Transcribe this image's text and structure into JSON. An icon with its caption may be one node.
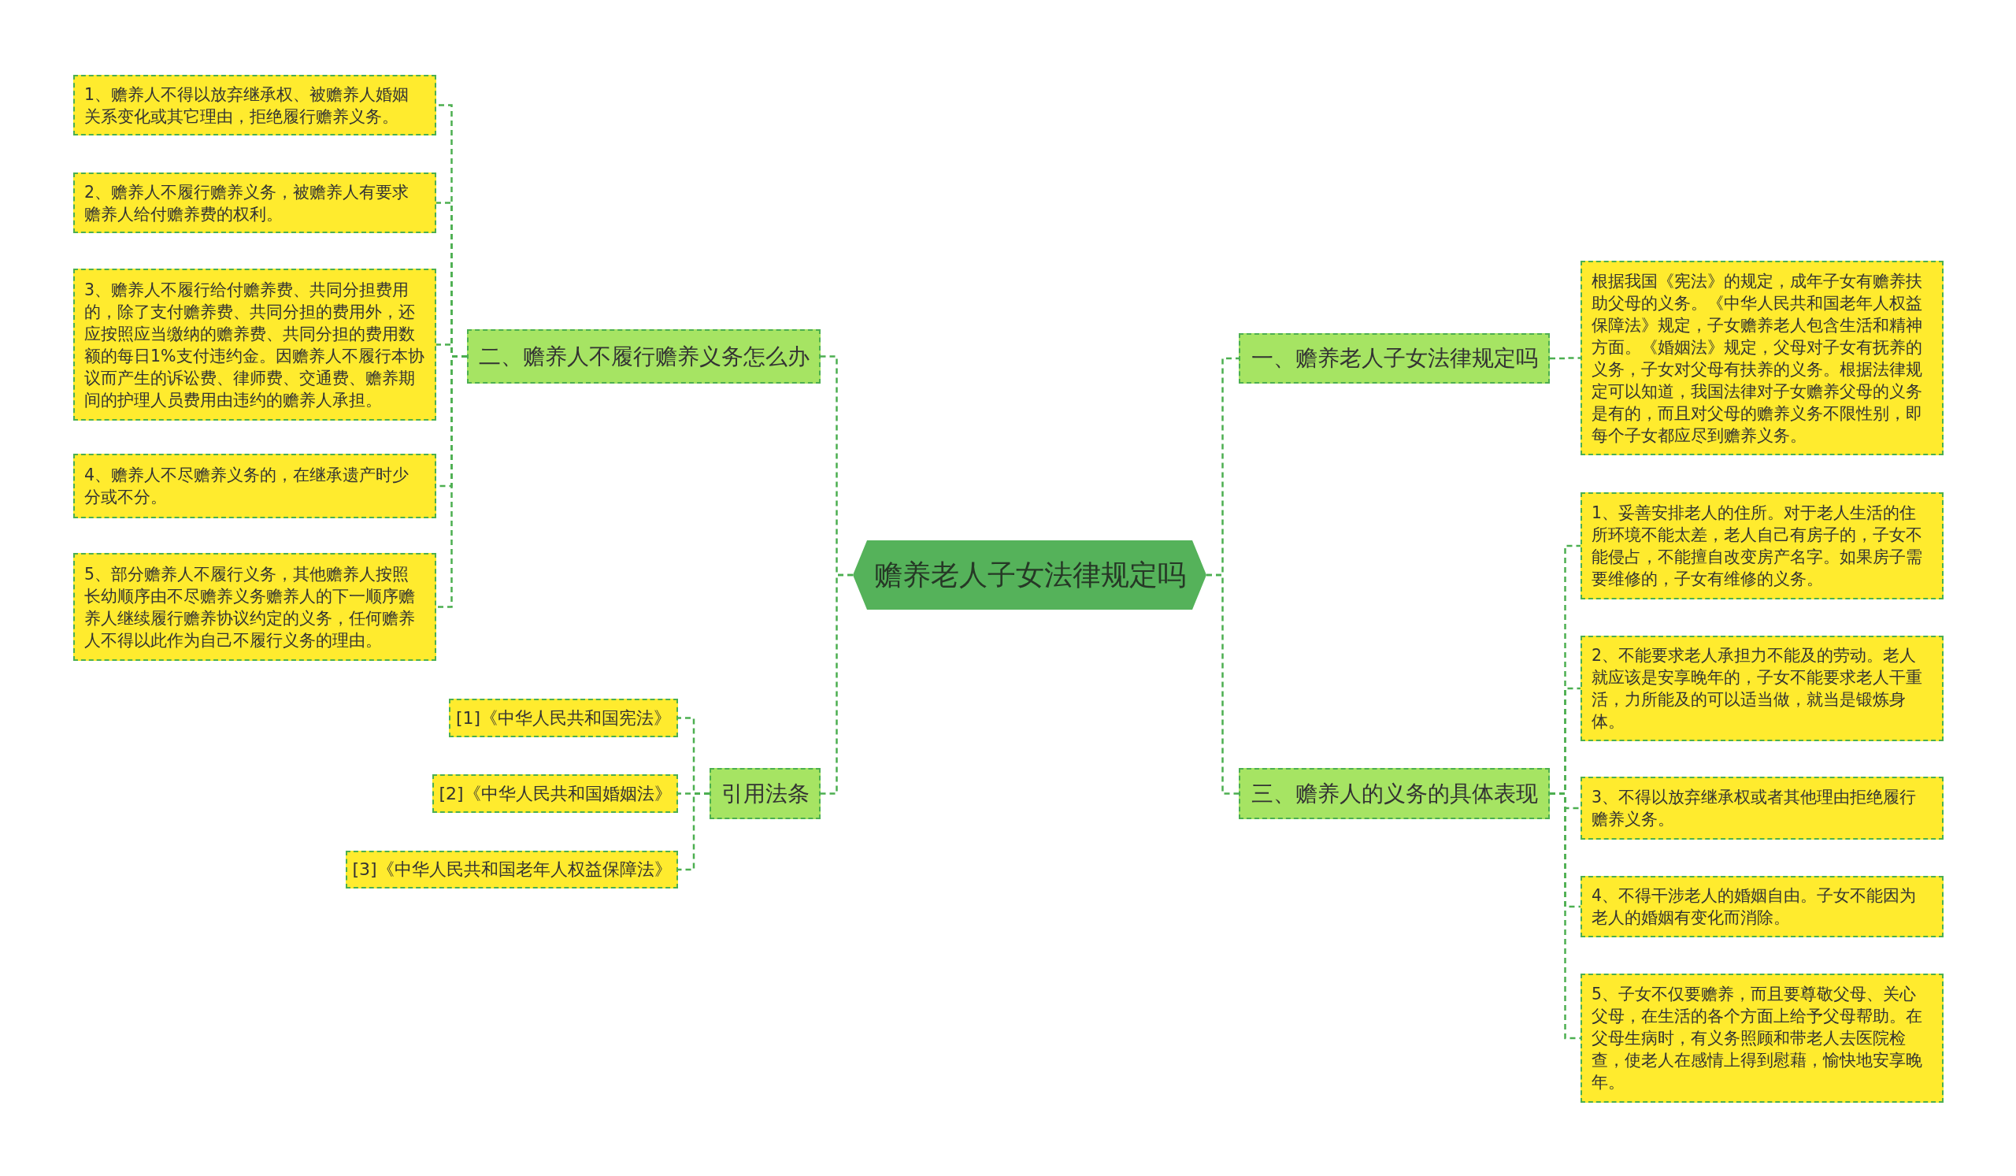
{
  "diagram": {
    "nodes": [
      {
        "text": [
          "赡养老人子女法律规定吗"
        ]
      },
      {
        "text": [
          "二、赡养人不履行赡养义务怎么办"
        ]
      },
      {
        "text": [
          "1、赡养人不得以放弃继承权、被赡养人婚姻关系变化或其它理由，拒绝履行赡养义务。"
        ]
      },
      {
        "text": [
          "2、赡养人不履行赡养义务，被赡养人有要求赡养人给付赡养费的权利。"
        ]
      },
      {
        "text": [
          "3、赡养人不履行给付赡养费、共同分担费用的，除了支付赡养费、共同分担的费用外，还应按照应当缴纳的赡养费、共同分担的费用数额的每日1%支付违约金。因赡养人不履行本协议而产生的诉讼费、律师费、交通费、赡养期间的护理人员费用由违约的赡养人承担。"
        ]
      },
      {
        "text": [
          "4、赡养人不尽赡养义务的，在继承遗产时少分或不分。"
        ]
      },
      {
        "text": [
          "5、部分赡养人不履行义务，其他赡养人按照长幼顺序由不尽赡养义务赡养人的下一顺序赡养人继续履行赡养协议约定的义务，任何赡养人不得以此作为自己不履行义务的理由。"
        ]
      },
      {
        "text": [
          "引用法条"
        ]
      },
      {
        "text": [
          "[1]《中华人民共和国宪法》"
        ]
      },
      {
        "text": [
          "[2]《中华人民共和国婚姻法》"
        ]
      },
      {
        "text": [
          "[3]《中华人民共和国老年人权益保障法》"
        ]
      },
      {
        "text": [
          "一、赡养老人子女法律规定吗"
        ]
      },
      {
        "text": [
          "根据我国《宪法》的规定，成年子女有赡养扶助父母的义务。《中华人民共和国老年人权益保障法》规定，子女赡养老人包含生活和精神方面。《婚姻法》规定，父母对子女有抚养的义务，子女对父母有扶养的义务。根据法律规定可以知道，我国法律对子女赡养父母的义务是有的，而且对父母的赡养义务不限性别，即每个子女都应尽到赡养义务。"
        ]
      },
      {
        "text": [
          "三、赡养人的义务的具体表现"
        ]
      },
      {
        "text": [
          "1、妥善安排老人的住所。对于老人生活的住所环境不能太差，老人自己有房子的，子女不能侵占，不能擅自改变房产名字。如果房子需要维修的，子女有维修的义务。"
        ]
      },
      {
        "text": [
          "2、不能要求老人承担力不能及的劳动。老人就应该是安享晚年的，子女不能要求老人干重活，力所能及的可以适当做，就当是锻炼身体。"
        ]
      },
      {
        "text": [
          "3、不得以放弃继承权或者其他理由拒绝履行赡养义务。"
        ]
      },
      {
        "text": [
          "4、不得干涉老人的婚姻自由。子女不能因为老人的婚姻有变化而消除。"
        ]
      },
      {
        "text": [
          "5、子女不仅要赡养，而且要尊敬父母、关心父母，在生活的各个方面上给予父母帮助。在父母生病时，有义务照顾和带老人去医院检查，使老人在感情上得到慰藉，愉快地安享晚年。"
        ]
      }
    ],
    "edges": [
      {
        "from": 0,
        "to": 1,
        "arrow": "none"
      },
      {
        "from": 1,
        "to": 2,
        "arrow": "none"
      },
      {
        "from": 1,
        "to": 3,
        "arrow": "none"
      },
      {
        "from": 1,
        "to": 4,
        "arrow": "none"
      },
      {
        "from": 1,
        "to": 5,
        "arrow": "none"
      },
      {
        "from": 1,
        "to": 6,
        "arrow": "none"
      },
      {
        "from": 0,
        "to": 7,
        "arrow": "none"
      },
      {
        "from": 7,
        "to": 8,
        "arrow": "none"
      },
      {
        "from": 7,
        "to": 9,
        "arrow": "none"
      },
      {
        "from": 7,
        "to": 10,
        "arrow": "none"
      },
      {
        "from": 0,
        "to": 11,
        "arrow": "none"
      },
      {
        "from": 11,
        "to": 12,
        "arrow": "none"
      },
      {
        "from": 0,
        "to": 13,
        "arrow": "none"
      },
      {
        "from": 13,
        "to": 14,
        "arrow": "none"
      },
      {
        "from": 13,
        "to": 15,
        "arrow": "none"
      },
      {
        "from": 13,
        "to": 16,
        "arrow": "none"
      },
      {
        "from": 13,
        "to": 17,
        "arrow": "none"
      },
      {
        "from": 13,
        "to": 18,
        "arrow": "none"
      }
    ]
  }
}
